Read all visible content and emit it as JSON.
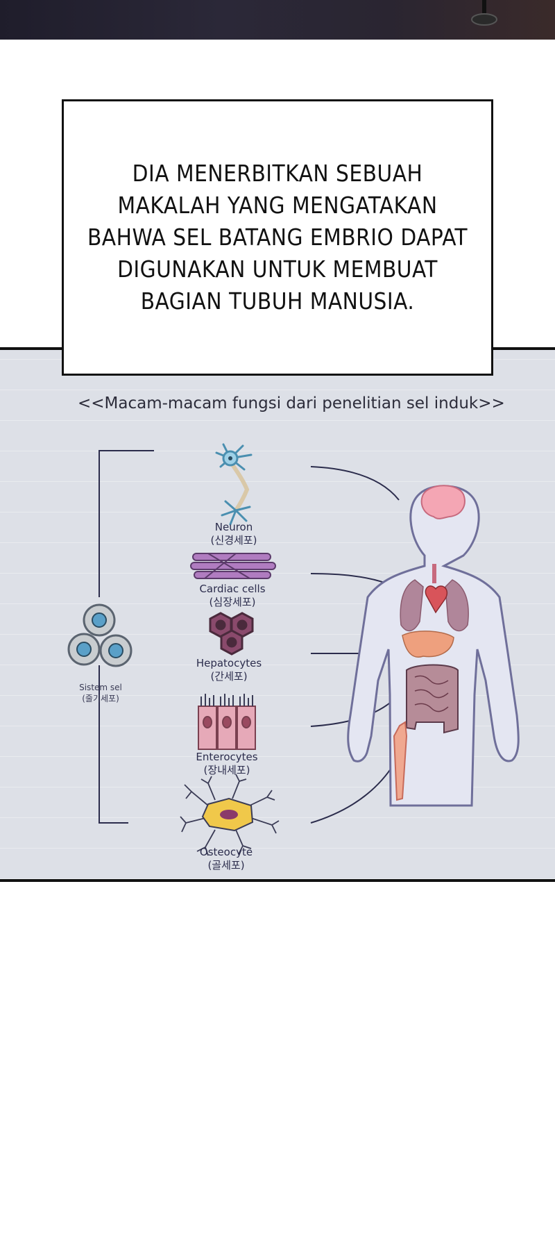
{
  "caption": {
    "lines": [
      "DIA MENERBITKAN SEBUAH",
      "MAKALAH YANG MENGATAKAN",
      "BAHWA SEL BATANG EMBRIO DAPAT",
      "DIGUNAKAN UNTUK MEMBUAT",
      "BAGIAN TUBUH MANUSIA."
    ]
  },
  "diagram": {
    "title": "<<Macam-macam fungsi dari penelitian sel induk>>",
    "stem_cell": {
      "label": "Sistem sel",
      "label_ko": "(줄기세포)"
    },
    "cells": [
      {
        "name": "Neuron",
        "name_ko": "(신경세포)"
      },
      {
        "name": "Cardiac cells",
        "name_ko": "(심장세포)"
      },
      {
        "name": "Hepatocytes",
        "name_ko": "(간세포)"
      },
      {
        "name": "Enterocytes",
        "name_ko": "(장내세포)"
      },
      {
        "name": "Osteocyte",
        "name_ko": "(골세포)"
      }
    ],
    "colors": {
      "panel_bg": "#dde0e7",
      "ink": "#2b2c4c",
      "body_outline": "#6f6f9a",
      "organ_red": "#d8545a",
      "cell_purple": "#8a4a6c",
      "bone_orange": "#e39a7a"
    }
  }
}
